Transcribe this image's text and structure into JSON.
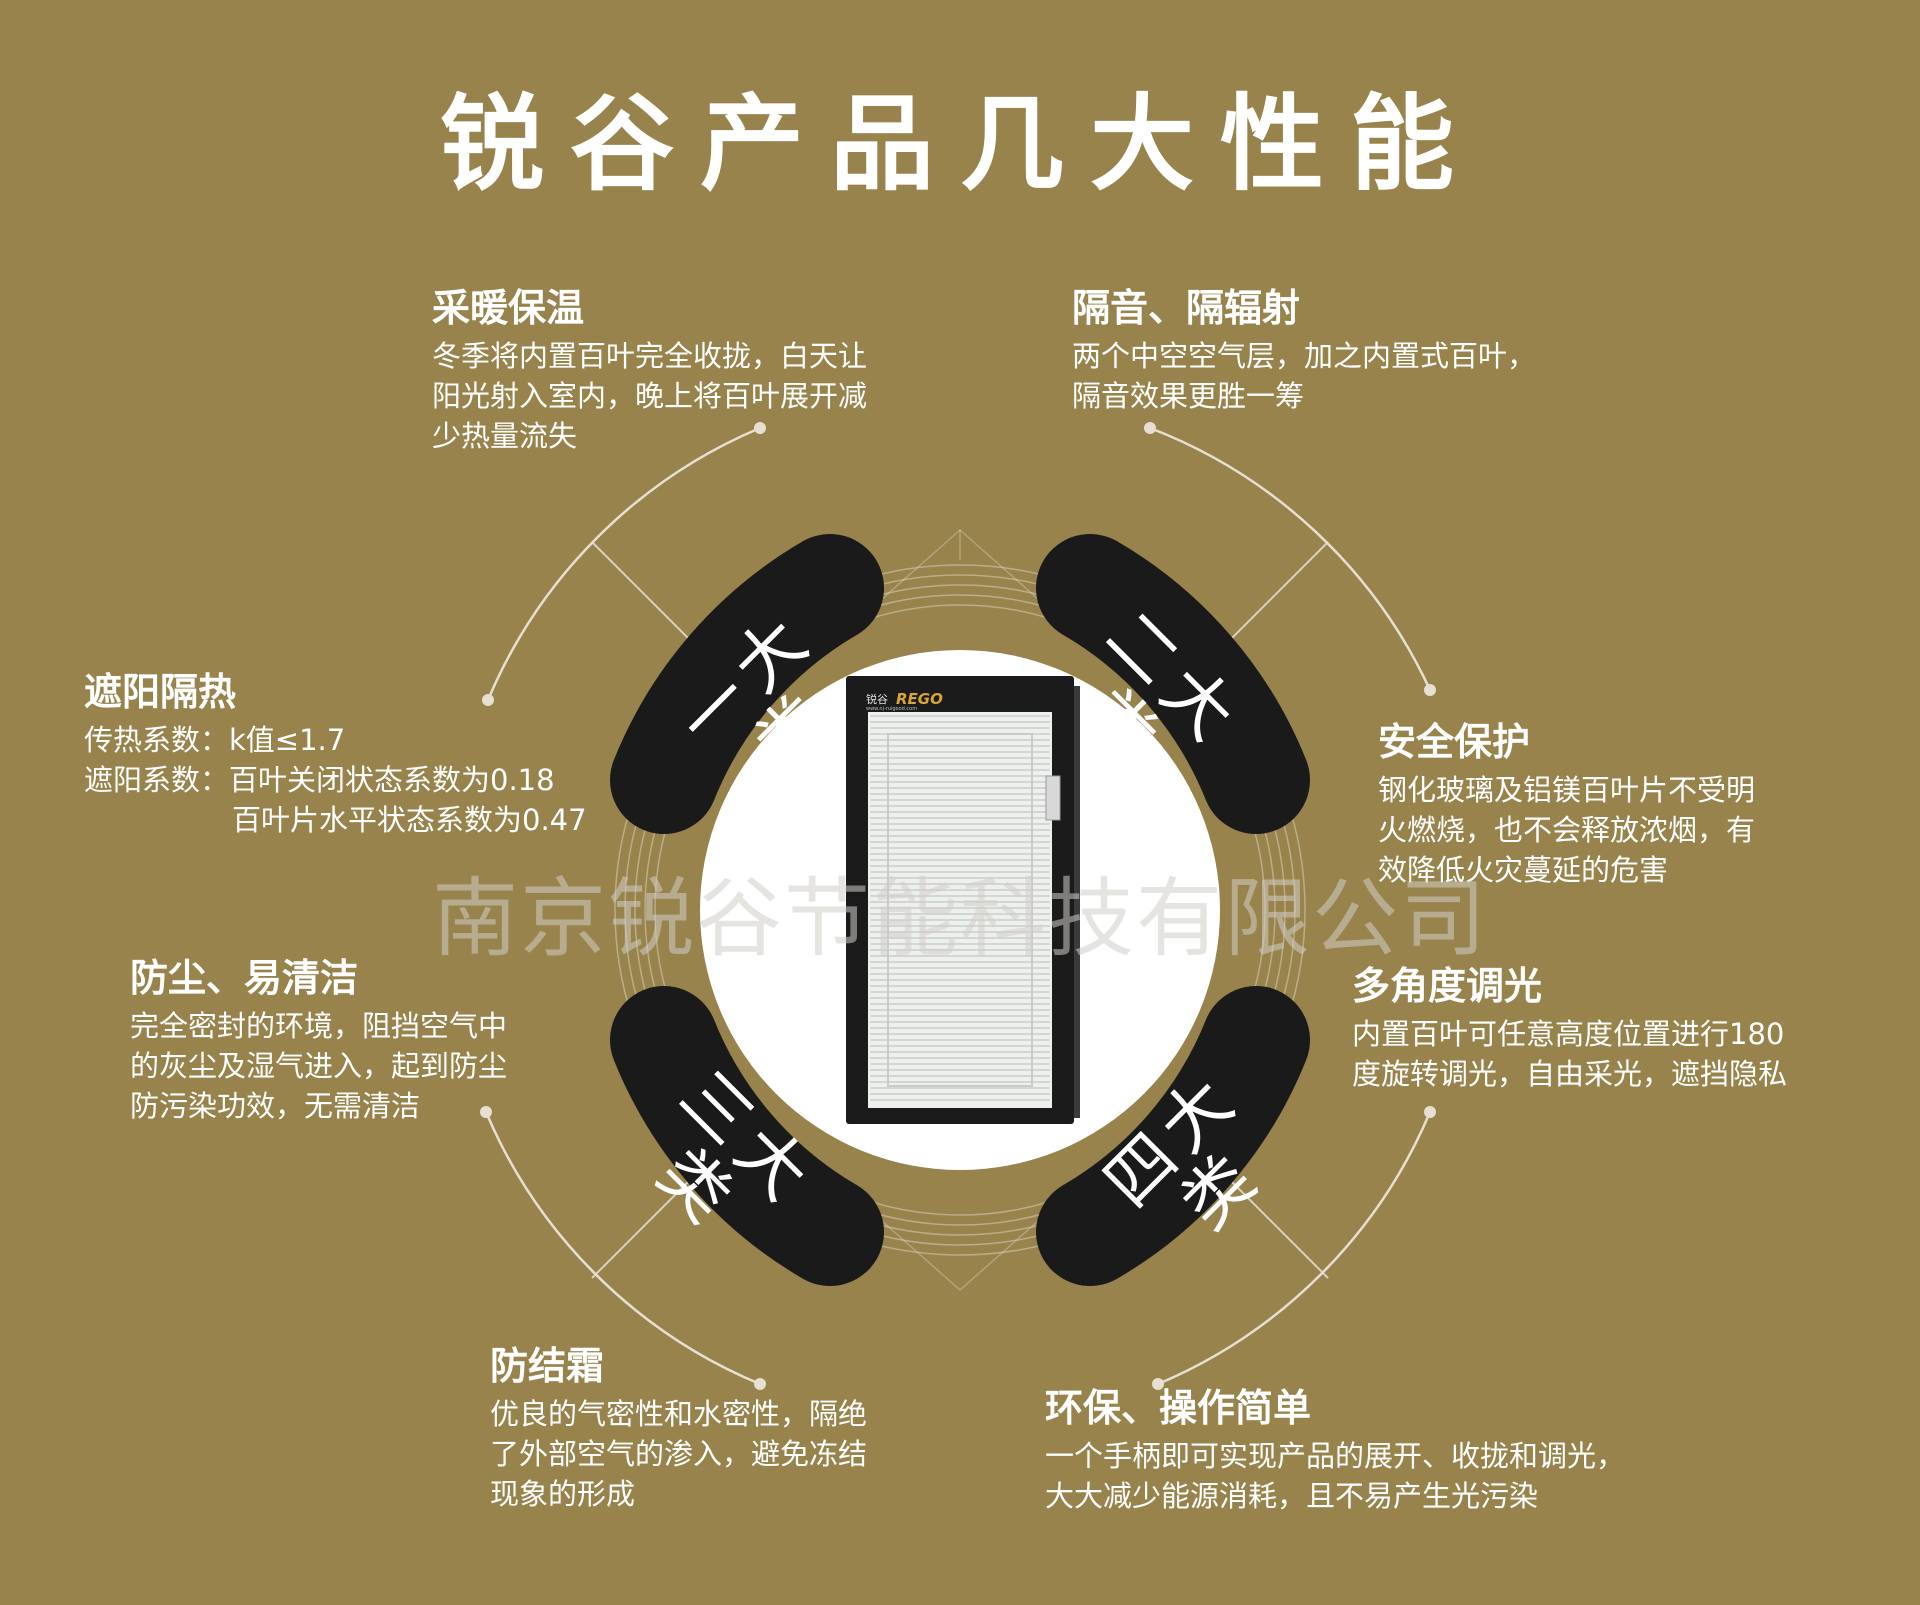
{
  "title": "锐谷产品几大性能",
  "features": {
    "heating": {
      "heading": "采暖保温",
      "body": "冬季将内置百叶完全收拢，白天让\n阳光射入室内，晚上将百叶展开减\n少热量流失"
    },
    "sound": {
      "heading": "隔音、隔辐射",
      "body": "两个中空空气层，加之内置式百叶，\n隔音效果更胜一筹"
    },
    "shade": {
      "heading": "遮阳隔热",
      "line1": "传热系数：k值≤1.7",
      "line2": "遮阳系数：百叶关闭状态系数为0.18",
      "line3": "百叶片水平状态系数为0.47"
    },
    "safety": {
      "heading": "安全保护",
      "body": "钢化玻璃及铝镁百叶片不受明\n火燃烧，也不会释放浓烟，有\n效降低火灾蔓延的危害"
    },
    "dust": {
      "heading": "防尘、易清洁",
      "body": "完全密封的环境，阻挡空气中\n的灰尘及湿气进入，起到防尘\n防污染功效，无需清洁"
    },
    "dimming": {
      "heading": "多角度调光",
      "body": "内置百叶可任意高度位置进行180\n度旋转调光，自由采光，遮挡隐私"
    },
    "frost": {
      "heading": "防结霜",
      "body": "优良的气密性和水密性，隔绝\n了外部空气的渗入，避免冻结\n现象的形成"
    },
    "eco": {
      "heading": "环保、操作简单",
      "body": "一个手柄即可实现产品的展开、收拢和调光，\n大大减少能源消耗，且不易产生光污染"
    }
  },
  "categories": {
    "c1": "一大类",
    "c2": "二大类",
    "c3": "三大类",
    "c4": "四大类"
  },
  "product": {
    "brand": "锐谷",
    "logo_text": "REGO",
    "website": "www.nj-ruigood.com"
  },
  "watermark": "南京锐谷节能科技有限公司",
  "colors": {
    "background": "#97834b",
    "band": "#1a1a1a",
    "line": "#e6dfd2",
    "white": "#ffffff"
  }
}
